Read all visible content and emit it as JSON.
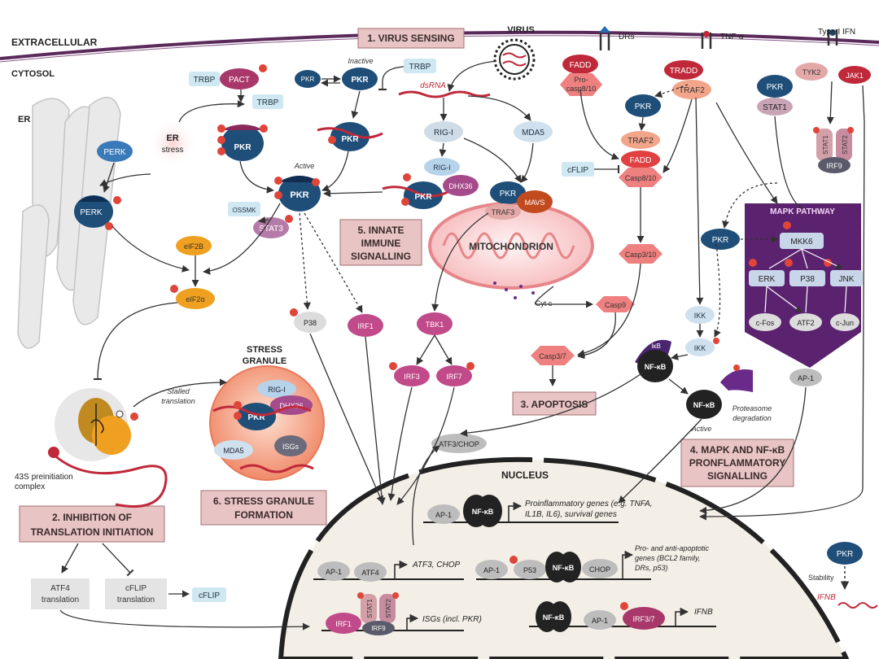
{
  "regions": {
    "extracellular": "EXTRACELLULAR",
    "cytosol": "CYTOSOL",
    "er": "ER",
    "nucleus": "NUCLEUS"
  },
  "stages": {
    "s1": "1. VIRUS SENSING",
    "s2a": "2. INHIBITION OF",
    "s2b": "TRANSLATION INITIATION",
    "s3": "3. APOPTOSIS",
    "s4a": "4. MAPK AND NF-κB",
    "s4b": "PRONFLAMMATORY",
    "s4c": "SIGNALLING",
    "s5a": "5. INNATE",
    "s5b": "IMMUNE",
    "s5c": "SIGNALLING",
    "s6a": "6. STRESS GRANULE",
    "s6b": "FORMATION"
  },
  "receptors": {
    "drs": "DRs",
    "tnf": "TNF-α",
    "ifn": "Type I IFN"
  },
  "nodes": {
    "virus": "VIRUS",
    "trbp1": "TRBP",
    "pact": "PACT",
    "trbp2": "TRBP",
    "pkr_inactive_small": "PKR",
    "pkr_inactive": "PKR",
    "inactive": "Inactive",
    "trbp3": "TRBP",
    "dsrna": "dsRNA",
    "er_stress_1": "ER",
    "er_stress_2": "stress",
    "perk1": "PERK",
    "perk2": "PERK",
    "pkr_stress": "PKR",
    "pkr_dsrna": "PKR",
    "active": "Active",
    "pkr_active": "PKR",
    "ossm": "OSSMK",
    "stat3": "STAT3",
    "rig1": "RIG-I",
    "mda5": "MDA5",
    "rig1b": "RIG-I",
    "pkr_rig": "PKR",
    "dhx36": "DHX36",
    "pkr_mavs": "PKR",
    "mavs": "MAVS",
    "traf3": "TRAF3",
    "mitochondrion": "MITOCHONDRION",
    "fadd1": "FADD",
    "pro_casp": "Pro-",
    "pro_casp2": "casp8/10",
    "tradd": "TRADD",
    "traf2": "TRAF2",
    "pkr_tnf": "PKR",
    "traf2b": "TRAF2",
    "fadd2": "FADD",
    "casp810": "Casp8/10",
    "cflip1": "cFLIP",
    "pkr_stat": "PKR",
    "stat1": "STAT1",
    "tyk2": "TYK2",
    "jak1": "JAK1",
    "stat1b": "STAT1",
    "stat2": "STAT2",
    "irf9": "IRF9",
    "mapk_pathway": "MAPK PATHWAY",
    "pkr_mapk": "PKR",
    "mkk6": "MKK6",
    "erk": "ERK",
    "p38a": "P38",
    "jnk": "JNK",
    "cfos": "c-Fos",
    "atf2": "ATF2",
    "cjun": "c-Jun",
    "ap1": "AP-1",
    "ikk1": "IKK",
    "ikk2": "IKK",
    "ikb": "IκB",
    "nfkb_inactive": "NF-κB",
    "nfkb_active": "NF-κB",
    "active2": "Active",
    "proteasome1": "Proteasome",
    "proteasome2": "degradation",
    "casp3_10": "Casp3/10",
    "cytc": "Cyt c",
    "casp9": "Casp9",
    "casp37": "Casp3/7",
    "eif2b": "eIF2B",
    "eif2a": "eIF2α",
    "p38": "P38",
    "irf1": "IRF1",
    "tbk1": "TBK1",
    "irf3": "IRF3",
    "irf7": "IRF7",
    "stress_granule1": "STRESS",
    "stress_granule2": "GRANULE",
    "sg_rig1": "RIG-I",
    "sg_pkr": "PKR",
    "sg_dhx36": "DHX36",
    "sg_mda5": "MDA5",
    "sg_isgs": "ISGs",
    "stalled1": "Stalled",
    "stalled2": "translation",
    "complex1": "43S preinitiation",
    "complex2": "complex",
    "atf4_tr1": "ATF4",
    "atf4_tr2": "translation",
    "cflip_tr1": "cFLIP",
    "cflip_tr2": "translation",
    "cflip2": "cFLIP",
    "atf3_chop_box": "ATF3/CHOP",
    "pkr_stability": "PKR",
    "stability": "Stability",
    "ifnb_mrna": "IFNB"
  },
  "nucleus_rows": {
    "r1_ap1": "AP-1",
    "r1_nfkb": "NF-κB",
    "r1_text1": "Proinflammatory genes (e.g. TNFA,",
    "r1_text2": "IL1B, IL6), survival genes",
    "r2_ap1": "AP-1",
    "r2_atf4": "ATF4",
    "r2_text": "ATF3, CHOP",
    "r2_ap1b": "AP-1",
    "r2_p53": "P53",
    "r2_nfkb": "NF-κB",
    "r2_chop": "CHOP",
    "r2_text1": "Pro- and anti-apoptotic",
    "r2_text2": "genes (BCL2 family,",
    "r2_text3": "DRs, p53)",
    "r3_irf1": "IRF1",
    "r3_stat1": "STAT1",
    "r3_stat2": "STAT2",
    "r3_irf9": "IRF9",
    "r3_text": "ISGs (incl. PKR)",
    "r3_nfkb": "NF-κB",
    "r3_ap1": "AP-1",
    "r3_irf37": "IRF3/7",
    "r3_ifnb": "IFNB"
  },
  "colors": {
    "membrane": "#5a2a5a",
    "pkr": "#1f4e79",
    "label_box": "#e8c4c4",
    "mapk_bg": "#5b2270",
    "nucleus_bg": "#f4efe6",
    "phospho": "#e0453a"
  }
}
